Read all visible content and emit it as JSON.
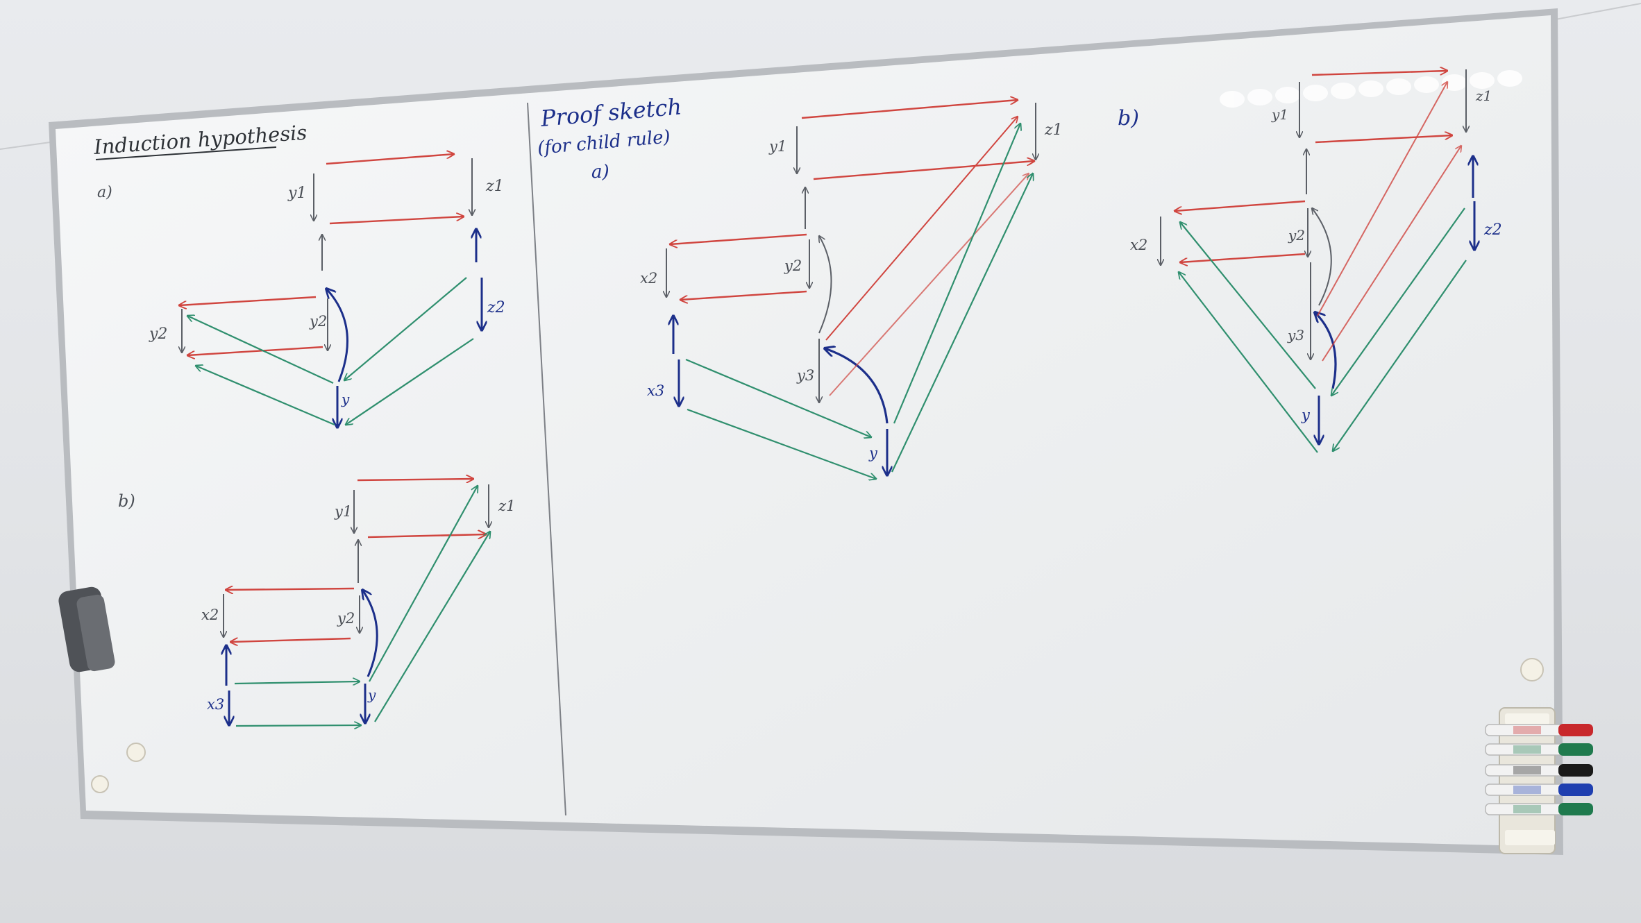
{
  "whiteboard": {
    "left_panel": {
      "heading": "Induction hypothesis",
      "case_a": {
        "label": "a)",
        "vars": {
          "y1": "y1",
          "z1": "z1",
          "y2": "y2",
          "y2_inner": "y2",
          "z2": "z2",
          "y": "y"
        }
      },
      "case_b": {
        "label": "b)",
        "vars": {
          "y1": "y1",
          "z1": "z1",
          "x2": "x2",
          "y2": "y2",
          "x3": "x3",
          "y": "y"
        }
      }
    },
    "right_panel": {
      "heading_line1": "Proof sketch",
      "heading_line2": "(for child rule)",
      "case_a": {
        "label": "a)",
        "vars": {
          "y1": "y1",
          "z1": "z1",
          "x2": "x2",
          "y2": "y2",
          "y3": "y3",
          "x3": "x3",
          "y": "y"
        }
      },
      "case_b": {
        "label": "b)",
        "vars": {
          "y1": "y1",
          "z1": "z1",
          "x2": "x2",
          "y2": "y2",
          "z2": "z2",
          "y3": "y3",
          "y": "y"
        }
      }
    },
    "colors": {
      "red": "#d0453f",
      "green": "#2f8f6e",
      "blue": "#1c2f8a",
      "gray": "#5b5f66",
      "board": "#f3f4f5",
      "frame": "#b9bcc0"
    }
  },
  "markers": [
    {
      "name": "red-marker",
      "color": "#c8282c"
    },
    {
      "name": "green-marker",
      "color": "#1f7a4e"
    },
    {
      "name": "black-marker",
      "color": "#1a1a1a"
    },
    {
      "name": "blue-marker",
      "color": "#1f3fb0"
    },
    {
      "name": "green-marker-2",
      "color": "#1f7a4e"
    }
  ]
}
